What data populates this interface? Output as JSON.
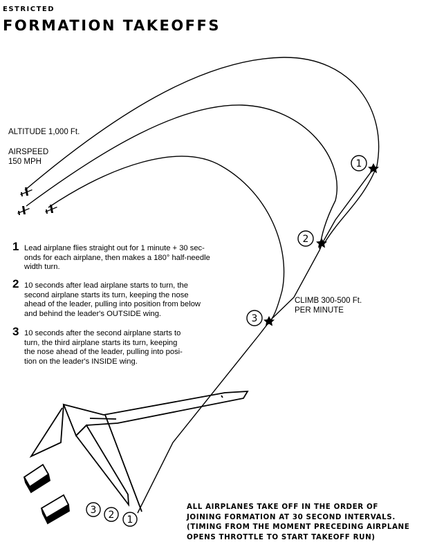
{
  "header": {
    "restricted": "ESTRICTED",
    "title": "FORMATION TAKEOFFS"
  },
  "labels": {
    "altitude": "ALTITUDE 1,000 Ft.",
    "airspeed_line1": "AIRSPEED",
    "airspeed_line2": "150 MPH",
    "climb_line1": "CLIMB 300-500 Ft.",
    "climb_line2": "PER MINUTE"
  },
  "steps": [
    {
      "number": "1",
      "lines": [
        "Lead airplane flies straight out for 1 minute + 30 sec-",
        "onds for each airplane, then makes a 180° half-needle",
        "width turn."
      ]
    },
    {
      "number": "2",
      "lines": [
        "10 seconds after lead airplane starts to turn, the",
        "second airplane starts its turn, keeping the nose",
        "ahead of the leader, pulling into position from below",
        "and behind the leader's OUTSIDE wing."
      ]
    },
    {
      "number": "3",
      "lines": [
        "10 seconds after the second airplane starts to",
        "turn, the third airplane starts its turn, keeping",
        "the nose ahead of the leader, pulling into posi-",
        "tion on the leader's INSIDE wing."
      ]
    }
  ],
  "turn_markers": [
    "1",
    "2",
    "3"
  ],
  "runway_markers": [
    "3",
    "2",
    "1"
  ],
  "note": {
    "line1": "ALL AIRPLANES TAKE OFF IN THE ORDER OF",
    "line2": "JOINING FORMATION AT 30 SECOND INTERVALS.",
    "line3": "(TIMING FROM THE MOMENT PRECEDING AIRPLANE",
    "line4": "OPENS THROTTLE TO START TAKEOFF RUN)"
  }
}
